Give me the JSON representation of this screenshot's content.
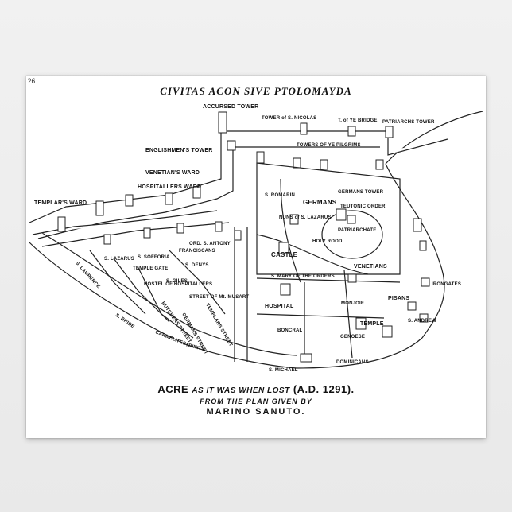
{
  "poster": {
    "corner_mark": "26",
    "title": "CIVITAS ACON SIVE PTOLOMAYDA",
    "caption": {
      "place": "ACRE",
      "phrase": "AS IT WAS WHEN LOST",
      "date": "(A.D. 1291).",
      "line2": "FROM THE PLAN GIVEN BY",
      "line3": "MARINO SANUTO."
    }
  },
  "labels": {
    "accursed_tower": "ACCURSED TOWER",
    "tower_s_nicolas": "TOWER of S. NICOLAS",
    "bridge": "T. of YE BRIDGE",
    "patriarchs_tower": "PATRIARCHS TOWER",
    "englishmens_tower": "ENGLISHMEN'S TOWER",
    "towers_pilgrims": "TOWERS OF YE PILGRIMS",
    "venetians_ward": "VENETIAN'S WARD",
    "hospitallers_ward": "HOSPITALLERS WARD",
    "templars_ward": "TEMPLAR'S WARD",
    "s_romarin": "S. ROMARIN",
    "germans": "GERMANS",
    "germans_tower": "GERMANS TOWER",
    "teutonic_order": "TEUTONIC ORDER",
    "nuns": "NUNS of S. LAZARUS",
    "patriarchate": "PATRIARCHATE",
    "ord_s_antony": "ORD. S. ANTONY",
    "s_lazarus": "S. LAZARUS",
    "s_sofforia": "S. SOFFORIA",
    "temple_gate": "TEMPLE GATE",
    "franciscans": "FRANCISCANS",
    "s_denys": "S. DENYS",
    "castle": "CASTLE",
    "holy_rood": "HOLY ROOD",
    "s_mary_orders": "S. MARY OF THE ORDERS",
    "venetians": "VENETIANS",
    "s_giles": "S. GILES",
    "hostel_hospitallers": "HOSTEL OF HOSPITALLERS",
    "street_musart": "STREET OF Mt. MUSART",
    "hospital": "HOSPITAL",
    "monjoie": "MONJOIE",
    "pisans": "PISANS",
    "irongates": "IRONGATES",
    "s_andrew": "S. ANDREW",
    "temple": "TEMPLE",
    "genoese": "GENOESE",
    "boncral": "BONCRAL",
    "dominicans": "DOMINICANS",
    "s_michael": "S. MICHAEL",
    "s_laurence": "S. LAURENCE",
    "s_bride": "S. BRIDE",
    "carmelites": "CARMELITES",
    "trinity": "TRINITY",
    "butchers_street": "BUTCHERS STREET",
    "germans_street": "GERMANS STREET",
    "templars_street": "TEMPLARS STREET"
  }
}
